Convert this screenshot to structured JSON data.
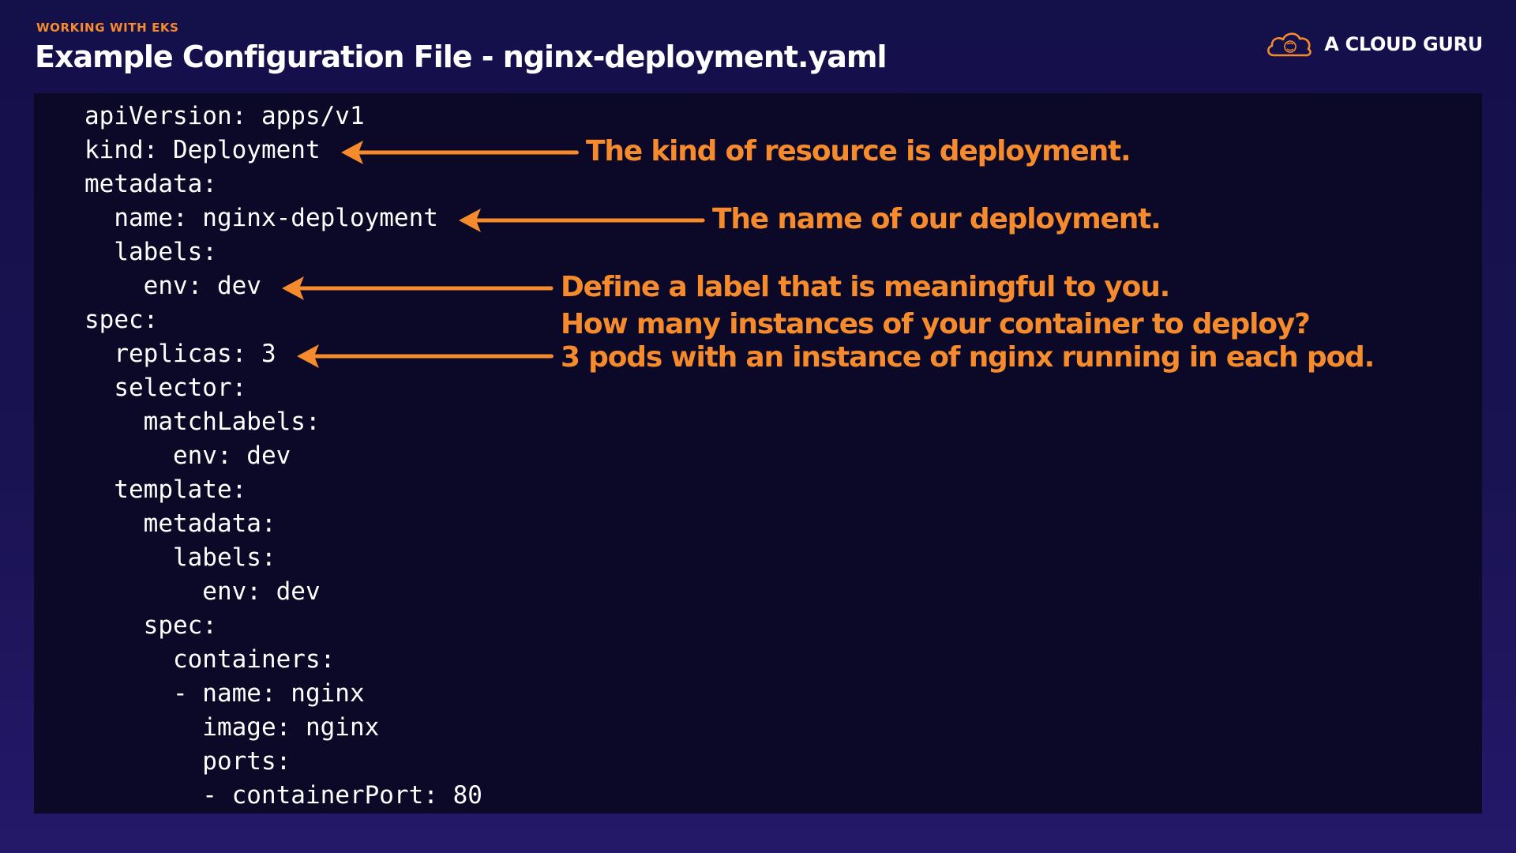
{
  "header": {
    "eyebrow": "WORKING WITH EKS",
    "title": "Example  Configuration File  - nginx-deployment.yaml"
  },
  "brand": {
    "name": "A CLOUD GURU",
    "icon": "cloud-icon",
    "accent_color": "#f58b2c"
  },
  "code": {
    "lines": [
      "apiVersion: apps/v1",
      "kind: Deployment",
      "metadata:",
      "  name: nginx-deployment",
      "  labels:",
      "    env: dev",
      "spec:",
      "  replicas: 3",
      "  selector:",
      "    matchLabels:",
      "      env: dev",
      "  template:",
      "    metadata:",
      "      labels:",
      "        env: dev",
      "    spec:",
      "      containers:",
      "      - name: nginx",
      "        image: nginx",
      "        ports:",
      "        - containerPort: 80"
    ]
  },
  "annotations": [
    {
      "line": 1,
      "text": [
        "The kind of resource is deployment."
      ]
    },
    {
      "line": 3,
      "text": [
        "The name of our deployment."
      ]
    },
    {
      "line": 5,
      "text": [
        "Define a label that is meaningful to you."
      ]
    },
    {
      "line": 7,
      "text": [
        "How many instances of your container to deploy?",
        "3 pods with an instance of nginx running in each pod."
      ]
    }
  ],
  "colors": {
    "background": "#1a1352",
    "panel": "#0b0828",
    "accent": "#f58b2c",
    "text": "#ffffff"
  }
}
